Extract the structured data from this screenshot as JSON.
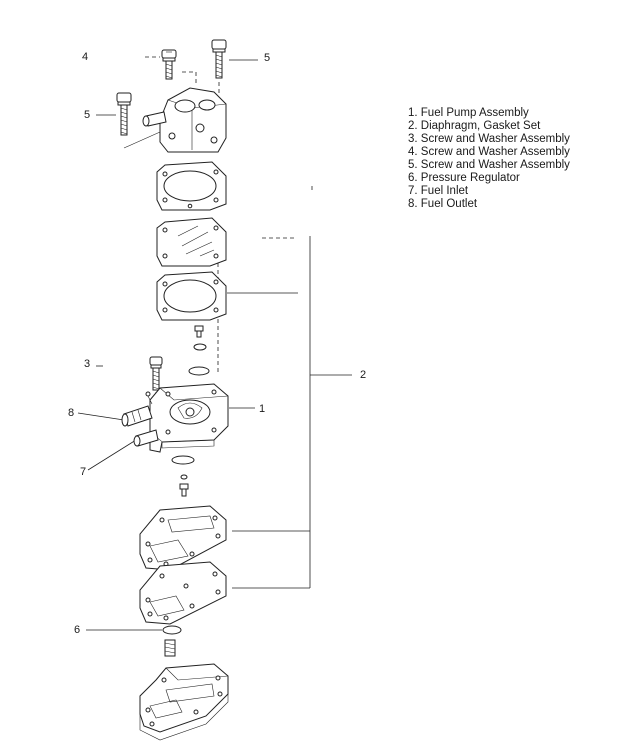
{
  "legend": [
    "1. Fuel Pump Assembly",
    "2. Diaphragm, Gasket Set",
    "3. Screw and Washer Assembly",
    "4. Screw and Washer Assembly",
    "5. Screw and Washer Assembly",
    "6. Pressure Regulator",
    "7. Fuel Inlet",
    "8. Fuel Outlet"
  ],
  "callouts": {
    "c4": "4",
    "c5_top": "5",
    "c5_left": "5",
    "c3": "3",
    "c1": "1",
    "c2": "2",
    "c8": "8",
    "c7": "7",
    "c6": "6"
  }
}
